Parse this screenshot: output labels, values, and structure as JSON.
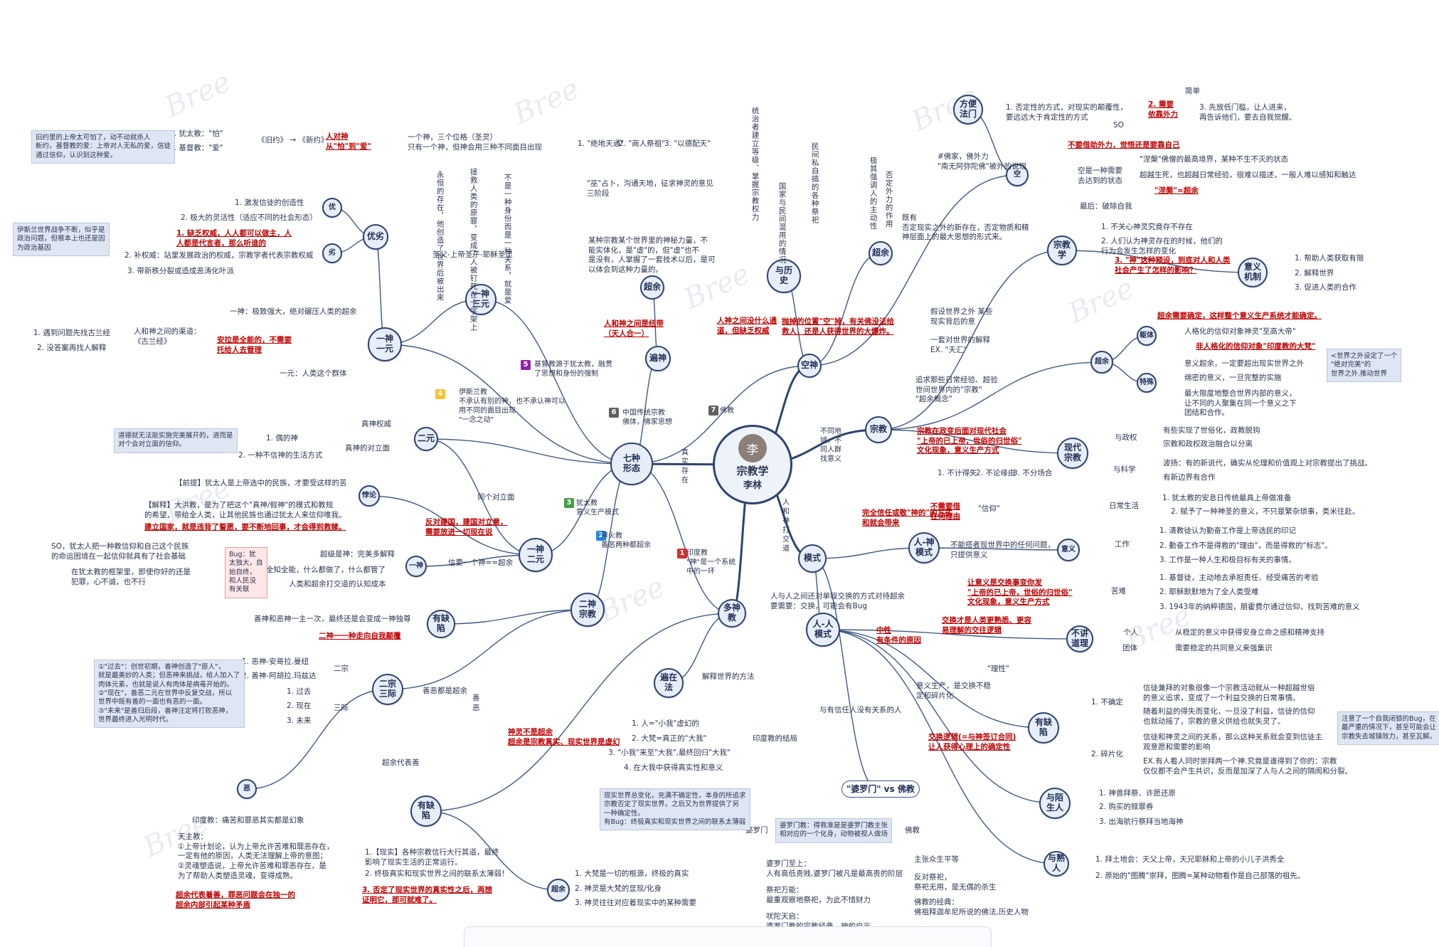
{
  "center": {
    "title": "宗教学",
    "author": "李林",
    "avatar_initial": "李"
  },
  "watermark_text": "Bree",
  "branches": [
    {
      "key": "qizhong",
      "label": "七种\n形态"
    },
    {
      "key": "yishen_sanyuan",
      "label": "一神\n三元"
    },
    {
      "key": "yishen_yiyuan",
      "label": "一神\n一元"
    },
    {
      "key": "youlie",
      "label": "优劣"
    },
    {
      "key": "you",
      "label": "优"
    },
    {
      "key": "lie",
      "label": "劣"
    },
    {
      "key": "eryuan_top",
      "label": "二元"
    },
    {
      "key": "bianlun",
      "label": "悖论"
    },
    {
      "key": "yishen_b",
      "label": "一神"
    },
    {
      "key": "yishen_eryuan",
      "label": "一神\n二元"
    },
    {
      "key": "ershen",
      "label": "二神\n宗教"
    },
    {
      "key": "youquexian1",
      "label": "有缺\n陷"
    },
    {
      "key": "erzong",
      "label": "二宗\n三际"
    },
    {
      "key": "e",
      "label": "恶"
    },
    {
      "key": "duoshen",
      "label": "多神\n教"
    },
    {
      "key": "bianquan",
      "label": "遍在\n法"
    },
    {
      "key": "youquexian2",
      "label": "有缺\n陷"
    },
    {
      "key": "chaoyue_b",
      "label": "超余"
    },
    {
      "key": "chaoyue",
      "label": "超余"
    },
    {
      "key": "bianliang",
      "label": "遍神"
    },
    {
      "key": "yulishi",
      "label": "与历\n史"
    },
    {
      "key": "chaoyue_top",
      "label": "超余"
    },
    {
      "key": "kongkong",
      "label": "空神"
    },
    {
      "key": "fangbian",
      "label": "方便\n法门"
    },
    {
      "key": "kong",
      "label": "空"
    },
    {
      "key": "zongjiao",
      "label": "宗教"
    },
    {
      "key": "zongjiaoxue",
      "label": "宗教\n学"
    },
    {
      "key": "yiyi",
      "label": "意义\n机制"
    },
    {
      "key": "chaoyue_r",
      "label": "超余"
    },
    {
      "key": "quti",
      "label": "躯体"
    },
    {
      "key": "texing",
      "label": "特殊"
    },
    {
      "key": "xiandai",
      "label": "现代\n宗教"
    },
    {
      "key": "moshi",
      "label": "模式"
    },
    {
      "key": "renshen",
      "label": "人-神\n模式"
    },
    {
      "key": "yiyi2",
      "label": "意义"
    },
    {
      "key": "renren",
      "label": "人-人\n模式"
    },
    {
      "key": "bujiang",
      "label": "不讲\n道理"
    },
    {
      "key": "youquexian3",
      "label": "有缺\n陷"
    },
    {
      "key": "yushengren",
      "label": "与陌\n生人"
    },
    {
      "key": "yushuren",
      "label": "与熟\n人"
    },
    {
      "key": "poluomen",
      "label": "\"婆罗门\" vs 佛教"
    }
  ],
  "edge_labels": {
    "e1": "印度教\n\"神\"是一个系统\n中的一环",
    "e2": "拜火教\n善恶两种都超余",
    "e3": "犹太教\n意义生产模式",
    "e4": "伊斯兰教\n不承认有别的神，也不承认神可以\n用不同的面目出现\n\"一念之动\"",
    "e5": "基督教源于犹太教，融贯\n了思想和身份的强制",
    "e6": "中国传统宗教\n佛体，佛家思想",
    "e7": "佛教",
    "zhen": "真\n实\n存\n在",
    "butong": "不同地\n域，不\n同人群\n找意义",
    "renyushen": "人\n和\n神\n打\n交\n道"
  },
  "texts": {
    "t_jiuyue1": "1. 犹太教：\"怕\"",
    "t_jiuyue2": "2. 基督教：\"爱\"",
    "t_jiuyue_main": "《旧约》 → 《新约》",
    "t_rendui": "人对神\n从\"怕\"到\"爱\"",
    "t_yige": "一个神，三个位格（圣灵）\n只有一个神，但神会用三种不同面目出现",
    "t_note_jiuyue": "旧约里的上帝太可怕了，动不动就杀人\n新约，基督教的爱：上帝对人无私的爱，信徒\n通过信仰，认识到这种爱。",
    "t_yishen": "一神：极致强大，绝对碾压人类的超余",
    "t_erlun": "人和神之间的渠道：\n《古兰经》",
    "t_yuanli": "1. 遇到问题先找古兰经",
    "t_meiyou": "2. 没答案再找人解释",
    "t_anjian": "安拉是全能的，不需要\n托给人去管理",
    "t_yiyuan": "一元：人类这个群体",
    "t_you1": "1. 激发信徒的创造性",
    "t_you2": "2. 极大的灵活性（适应不同的社会形态）",
    "t_lie1": "1. 缺乏权威，人人都可以做主，人\n人都是代言者，那么听谁的",
    "t_lie2": "2. 补权威：站里发展政治的权威，宗教学者代表宗教权威",
    "t_lie3": "3. 带新秩分裂或造成恶涛化叶派",
    "t_note_yisi": "伊斯兰世界战争不断，似乎是\n政治问题，但根本上也还是因\n为政治基因",
    "t_sanyuan_a": "圣父-上帝",
    "t_sanyuan_b": "圣子-耶稣",
    "t_sanyuan_c": "圣灵",
    "t_sanyuan_va": "永恒的\n存在，\n他创造\n了世界\n后被\n出来",
    "t_sanyuan_vb": "拯救人\n类的原\n罪，变\n成了人\n被钉\n死在十\n字架上",
    "t_sanyuan_vc": "不是一\n种身份\n而是\n一种关\n系，就\n是爱",
    "t_jue1": "1. \"绝地天通\"",
    "t_jue2": "2. \"商人祭祖\"",
    "t_jue3": "3. \"以德配天\"",
    "t_wu": "\"巫\"占卜，沟通天地，征求神灵的意见\n三阶段",
    "t_moujiao": "某种宗教某个世界里的神秘力量，不\n能实体化，是\"虚\"的，但\"虚\"也不\n是没有，人掌握了一套技术以后，是可\n以体会到这种力量的。",
    "t_renhe": "人和神之间是纽带\n（天人合一）",
    "t_tong": "统\n治\n者\n建\n立\n等\n级\n、\n掌\n握\n宗\n教\n权\n力",
    "t_min": "民\n间\n私\n自\n搞\n的\n各\n种\n祭\n祀",
    "t_guojia": "国\n家\n与\n民\n间\n混\n用\n的\n情\n况",
    "t_renshen_r": "人神之间没什么通\n道，但缺乏权威",
    "t_feiji": "抛掉的位置\"空\"掉，有关佛没法给\n救人，还是人获得世界的大爆炸。",
    "t_ji": "极\n其\n强\n调\n人\n的\n主\n动\n性",
    "t_fou": "否\n定\n外\n力\n的\n作\n用",
    "t_fangbian1": "1. 否定性的方式，对现实的颠覆性，\n要远远大于肯定性的方式",
    "t_fangbian2": "2. 需要\n依靠外力",
    "t_fangbian3": "3. 先放低门槛，让人进来，\n再告诉他们，要去自我觉醒。",
    "t_fangbian_so": "SO",
    "t_fangbian_xu": "简单",
    "t_fojia": "#佛家，佛外力\n\"南无阿弥陀佛\"被外的说现",
    "t_kong_a": "不要借助外力，觉悟还是要靠自己",
    "t_kong_b": "\"涅槃\"佛僧的最高境界，某种不生不灭的状态",
    "t_kong_c": "超越生死，也超越日常经验，很难以描述，一般人难以感知和触达",
    "t_kong_d": "空是一种需要\n去达到的状态",
    "t_kong_e": "\"涅槃\"≈超余",
    "t_kong_f": "最后：破除自我",
    "t_jiufo": "既有\n否定现实之外的新存在，否定物质和精\n神层面上的最大思想的形式来。",
    "t_zj1": "1. 不关心神灵究竟存不存在",
    "t_zj2": "2. 人们认为神灵存在的时候，他们的\n行为会发生怎样的变化",
    "t_zj3": "3. \"神\"这种预设，到底对人和人类\n社会产生了怎样的影响？",
    "t_yy1": "1. 帮助人类获取有限",
    "t_yy2": "2. 解释世界",
    "t_yy3": "3. 促进人类的合作",
    "t_cy_a": "超余需要确定，这样整个意义生产系统才能确定。",
    "t_cy_b": "人格化的信仰对象神灵\"至高大帝\"",
    "t_cy_c": "非人格化的信仰对象\"印度教的大梵\"",
    "t_cy_d": "意义超余，一定要超出现实世界之外",
    "t_cy_e": "绵密的意义，一旦完整的实施",
    "t_cy_f": "最大限度地整合世界内部的意义，\n让不同的人聚集在同一个意义之下\n团结和合作。",
    "t_cy_note": "<世界之外设定了一个\n\"绝对完美\"的\n世界之外.推动世界",
    "t_yici": "一套对世界的解释\nEX. \"天汇\"",
    "t_jiashe": "假设世界之外 某些\n现实背后的意",
    "t_shiji": "追求那些日常经验、超验\n世间世界内的\"宗教\"\n\"超余概念\"",
    "t_xd1": "与政权",
    "t_xd2": "与科学",
    "t_xd1a": "有些实现了世俗化，政教脱钩",
    "t_xd1b": "宗教和政权政治融合以分离",
    "t_xd2a": "波扬：有的新说代，确实从伦理和价值观上对宗教提出了挑战。",
    "t_xd2b": "有新边界有合作",
    "t_zongyi": "宗教在政变后面对现代社会\n\"上帝的已上帝，世俗的归世俗\"\n文化现象，意义生产方式",
    "t_rs1": "1. 不计得失",
    "t_rs2": "2. 不论缘由",
    "t_rs3": "3. 不分场合",
    "t_rs_xin": "\"信仰\"",
    "t_rs_buxu": "不需要借\n在何理由",
    "t_rs_wu": "完全信任或敬\"神的\"的方式\n和就会带来",
    "t_rs_bu": "不能搭者现世界中的任何问题，\n只提供意义",
    "t_rs_zhu": "让意义是交换事变你发\n\"上帝的已上帝，世俗的归世俗\"\n文化现象，意义生产方式",
    "t_yy_r1": "1. 犹太教的安息日传统最具上帝做准备",
    "t_yy_r2": "2. 赋予了一种神圣的意义，不只是繁杂琐事，类米往赴。",
    "t_yy_r3": "1. 清教徒认为勤奋工作是上帝选民的印记",
    "t_yy_r4": "2. 勤奋工作不是得救的\"理由\"，而是得救的\"标志\"。",
    "t_yy_r5": "3. 工作是一种人生和极目标有关的事情。",
    "t_yy_r6": "1. 基督徒，主动地去承担责任、经受痛苦的考验",
    "t_yy_r7": "2. 耶稣默默地为了全人类受难",
    "t_yy_r8": "3. 1943年的纳粹德国，朋霍费尔通过信仰，找到苦难的意义",
    "t_rich": "日常生活",
    "t_work": "工作",
    "t_kunan": "苦难",
    "t_rr_jiao": "交换才是人类更熟悉、更容\n易理解的交往逻辑",
    "t_rr_li": "\"理性\"",
    "t_rr_zhong": "中性\n有条件的原因",
    "t_bj1": "个人",
    "t_bj2": "团体",
    "t_bj1a": "从稳定的意义中获得安身立命之感和精神支持",
    "t_bj2a": "需要稳定的共同意义来强集识",
    "t_rr_ren": "人与人之间还对单程交换的方式对待超余\n要需要：交换，可能会有Bug",
    "t_yq_a": "1. 不确定",
    "t_yq_b": "2. 碎片化",
    "t_yq1": "信徒兼拜的对象很像一个宗教活动就从一种超越世俗\n的意义追求，变成了一个利益交换的日常事情。",
    "t_yq2": "随着利益的得失而变化，一旦没了利益，信徒的信仰\n也就动摇了，宗教的意义供给也就失灵了。",
    "t_yq3": "信徒和神灵之间的关系，那么这种关系就会变到信徒主\n观意愿和需要的影响",
    "t_yq4": "EX.有人看人同时崇拜两一个神.究竟是谁得到了你的：宗教\n仅仅都不会产生共识，反而是加深了人与人之间的隔阂和分裂。",
    "t_yq_note": "注意了一个自我闭锁的Bug，在\n最严重的情况下，甚至可能会让\n宗教失去城镇效力，甚至瓦解。",
    "t_yiyi_gong": "意义生产，是交换不稳\n定和碎片化",
    "t_jiaohuan": "交换逻辑(=与神签订合同)\n让人获得心理上的确定性",
    "t_mo1": "1. 神兽拜祭、许愿还原",
    "t_mo2": "2. 购买的赎罪券",
    "t_mo3": "3. 出海航行祭拜当地海神",
    "t_shu1": "1. 拜土地会：天父上帝，天兄耶稣和上帝的小儿子洪秀全",
    "t_shu2": "2. 原始的\"图腾\"崇拜，图腾=某种动物看作是自己部落的祖先。",
    "t_yuyoudai": "与有信任人没有关系的人",
    "t_yindu_jb": "印度教的结局",
    "t_pl1": "婆罗门至上：\n人有高低贵贱,婆罗门被凡是最高贵的阶层",
    "t_pl2": "祭祀万能：\n最重观察地祭祀，为此不惜财力",
    "t_pl3": "吠陀天启：\n婆罗门教的宗教经典，神的启示",
    "t_fo1": "主张众生平等",
    "t_fo2": "反对祭祀，\n祭祀无用，是无偶的杀生",
    "t_fo3": "佛教的经典：\n佛祖释迦牟尼所说的佛法,历史人物",
    "t_pl_note": "婆罗门教：得救准是是婆罗门教主张\n相对应的一个化身，动物被视人做场",
    "t_pl_head": "婆罗门",
    "t_fo_head": "佛教",
    "t_db1": "1. 人=\"小我\"虚幻的",
    "t_db2": "2. 大梵=真正的\"大我\"",
    "t_db3": "3. \"小我\"来至\"大我\",最终回归\"大我\"",
    "t_db4": "4. 在大我中获得真实性和意义",
    "t_jieshi": "解释世界的方法",
    "t_yqx1": "1.【现实】各种宗教信行大行其道，最终\n影响了现实生活的正常运行。",
    "t_yqx2": "2. 终极真实和现实世界之间的联系太薄弱！",
    "t_yqx3": "3. 否定了现实世界的真实性之后，再想\n证明它，那可就难了。",
    "t_yqx_note": "现实世界总变化，充满不确定性，本身的所追求\n宗教否定了现实世界，之后又为世界提供了另\n一种确定性。\n有Bug：终极真实和现实世界之间的联系太薄弱",
    "t_shenyi": "神灵不是超余\n超余是宗教真实、现实世界是虚幻",
    "t_cb1": "1. 大梵是一切的根源，终极的真实",
    "t_cb2": "2. 神灵是大梵的显现/化身",
    "t_cb3": "3. 神灵往往对应着现实中的某种需要",
    "t_er1": "善神和恶神一主一次，最终还是会变成一神独尊",
    "t_er2": "二神一一种走向自我颠覆",
    "t_ez1": "1. 恶神-安哥拉.曼纽",
    "t_ez2": "2. 善神-阿胡拉.玛兹达",
    "t_ez3": "1. 过去",
    "t_ez4": "2. 现在",
    "t_ez5": "3. 未来",
    "t_ez_erzong": "二宗",
    "t_ez_sanji": "三际",
    "t_ez_note": "①\"过去\"：创世初期，善神创造了\"原人\"，\n就是最美妙的人类；但恶神来挑战，给人加入了\n肉体元素，也就是说人有肉体是病毒开始的。\n②\"现在\"，善恶二元在世界中反复交战，所以\n世界中既有善的一面也有恶的一面。\n③\"未来\"是善归后段，善神注定将打败恶神，\n世界最终进入光明时代。",
    "t_ez_shan": "善恶都是超余",
    "t_ez_e": "善\n恶",
    "t_chaoyue_dai": "超余代表善",
    "t_e1": "印度教：痛苦和罪恶其实都是幻象",
    "t_e2": "天主教：\n①上帝计划论，认为上帝允许苦难和罪恶存在，\n一定有他的原因，人类无法理解上帝的意图；\n②灵魂塑造说，上帝允许苦难和罪恶存在，是\n为了帮助人类塑造灵魂，变得成熟。",
    "t_e3": "超余代表着善，罪恶问题会在独一的\n超余内部引起某种矛盾",
    "t_er_a": "1. 偶的神",
    "t_er_b": "2. 一种不信神的生活方式",
    "t_er_zs": "真神权威",
    "t_er_dz": "真神的对立面",
    "t_er_note": "道德就无法能实施完美展开的，进而是\n对个会对立面的信仰。",
    "t_bl_qian": "【前提】犹太人是上帝选中的民族，才要受这样的苦",
    "t_bl_jie": "【解释】大洪教，是为了把这个\"真神/假神\"的模式和教规\n的希望，带给全人类，让其他民族也通过犹太人来信仰唯我。",
    "t_bl_jian": "建立国家，就是违背了誓愿，要不断地回事，才会得到救赎。",
    "t_bl_fan": "反对建国，建国对立意，\n需要放进一切现在说",
    "t_bl_ge": "同个对立面",
    "t_ys1": "超级是神：完美多解释",
    "t_ys2": "全知全能，什么都做了，什么都管了",
    "t_ys3": "人类和超余打交道的认知成本",
    "t_ys_so": "SO，犹太人把一种教信仰和自己这个民族\n的命运困境在一起信仰就具有了社会基础",
    "t_ys_zai": "在犹太教的框架里，即使你好的还是\n犯罪，心不诚，也不行",
    "t_ys_bug": "Bug：犹\n太独大，自\n始自终，\n和人民没\n有关联",
    "t_ys_xu": "信要一个神==超余"
  },
  "colors": {
    "accent": "#2d4470",
    "warn": "#c00000",
    "note_bg": "#dfe6f3",
    "bug": "#e53935"
  }
}
